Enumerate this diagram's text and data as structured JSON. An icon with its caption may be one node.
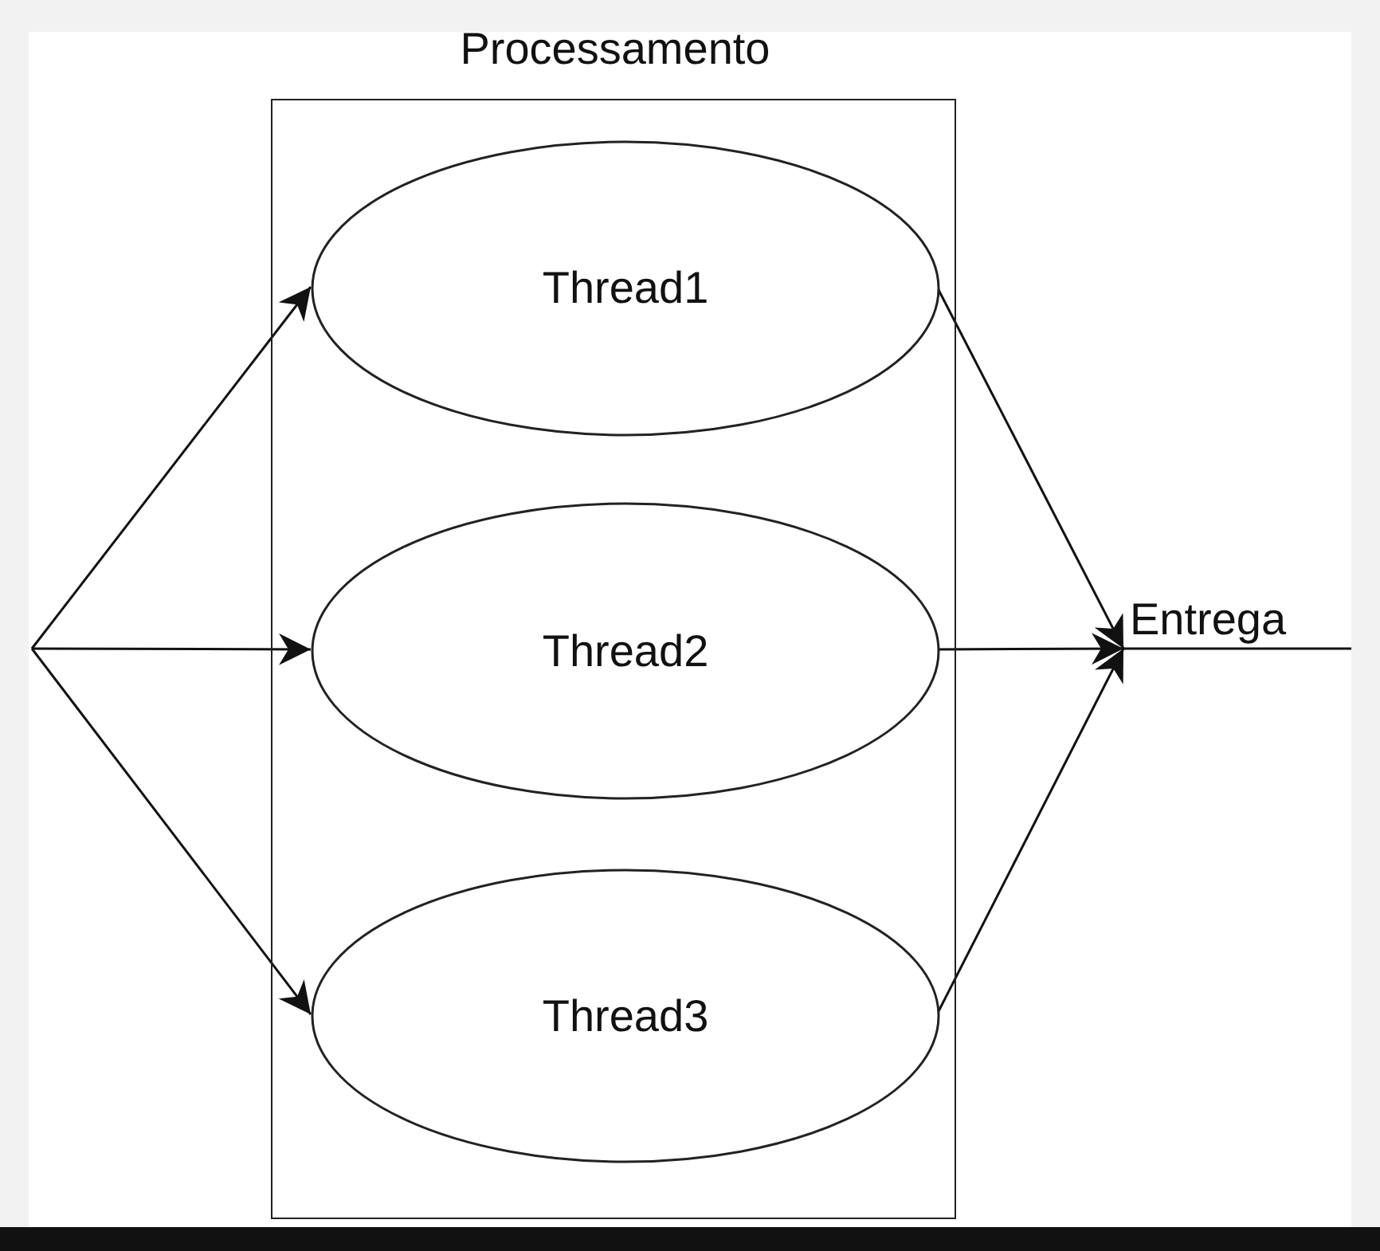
{
  "diagram": {
    "nodes": [
      {
        "text": [
          "Processamento"
        ]
      },
      {
        "text": [
          "Thread1"
        ],
        "in": 0
      },
      {
        "text": [
          "Thread2"
        ],
        "in": 0
      },
      {
        "text": [
          "Thread3"
        ],
        "in": 0
      },
      {
        "text": [
          "Entrega"
        ]
      }
    ],
    "edges": [
      {
        "from": null,
        "to": 1,
        "arrow": "to"
      },
      {
        "from": null,
        "to": 2,
        "arrow": "to"
      },
      {
        "from": null,
        "to": 3,
        "arrow": "to"
      },
      {
        "from": 1,
        "to": 4,
        "arrow": "to"
      },
      {
        "from": 2,
        "to": 4,
        "arrow": "to"
      },
      {
        "from": 3,
        "to": 4,
        "arrow": "to"
      },
      {
        "from": 4,
        "to": null,
        "arrow": "none"
      }
    ]
  }
}
